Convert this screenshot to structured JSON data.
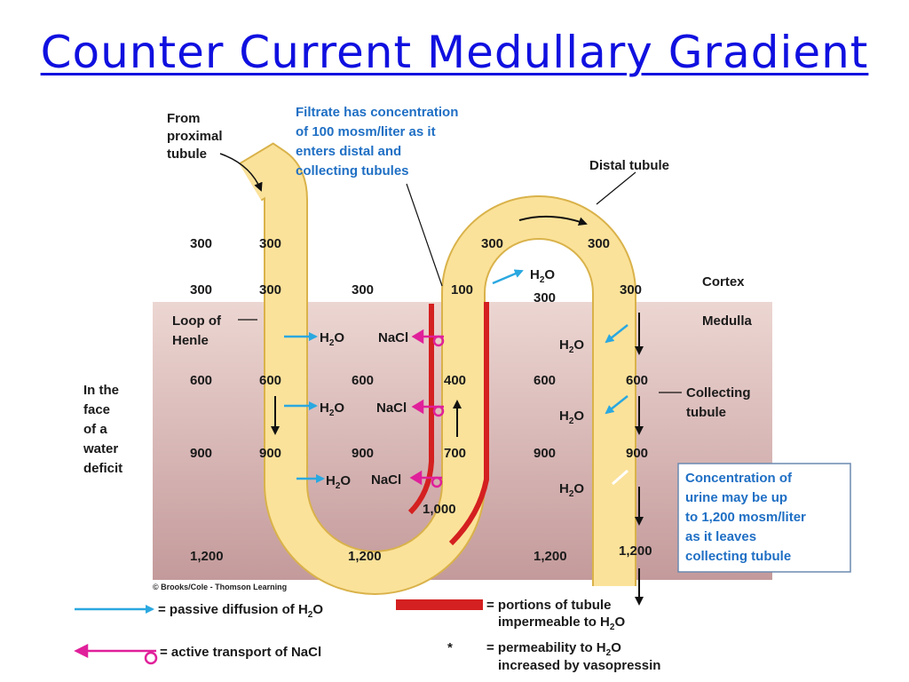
{
  "title": "Counter Current Medullary Gradient",
  "labels": {
    "from_proximal": [
      "From",
      "proximal",
      "tubule"
    ],
    "filtrate_note": [
      "Filtrate has concentration",
      "of 100 mosm/liter as it",
      "enters distal and",
      "collecting tubules"
    ],
    "distal_tubule": "Distal tubule",
    "cortex": "Cortex",
    "medulla": "Medulla",
    "loop_of_henle": [
      "Loop of",
      "Henle"
    ],
    "collecting_tubule": [
      "Collecting",
      "tubule"
    ],
    "water_deficit": [
      "In the",
      "face",
      "of a",
      "water",
      "deficit"
    ],
    "urine_note": [
      "Concentration of",
      "urine may be up",
      "to 1,200 mosm/liter",
      "as it leaves",
      "collecting tubule"
    ],
    "credit": "© Brooks/Cole - Thomson Learning",
    "h2o": "H",
    "h2o_sub": "2",
    "h2o_o": "O",
    "nacl": "NaCl"
  },
  "values": {
    "row300a": [
      "300",
      "300",
      "300",
      "300"
    ],
    "row300b": [
      "300",
      "300",
      "300",
      "100",
      "300",
      "300"
    ],
    "row600": [
      "600",
      "600",
      "600",
      "400",
      "600",
      "600"
    ],
    "row900": [
      "900",
      "900",
      "900",
      "700",
      "900",
      "900"
    ],
    "v1000": "1,000",
    "row1200": [
      "1,200",
      "1,200",
      "1,200",
      "1,200"
    ]
  },
  "legend": {
    "passive": "= passive diffusion of H",
    "active": "= active transport of NaCl",
    "impermeable_1": "= portions of tubule",
    "impermeable_2": "impermeable to H",
    "vaso_star": "*",
    "vaso_1": "= permeability to H",
    "vaso_2": "increased by vasopressin"
  },
  "colors": {
    "tubule": "#fbe29a",
    "tubule_edge": "#d9b24a",
    "medulla_top": "#e9cfcb",
    "medulla_bottom": "#c9a0a0",
    "impermeable": "#d42020",
    "passive": "#2aa8e0",
    "active": "#e0209a"
  }
}
